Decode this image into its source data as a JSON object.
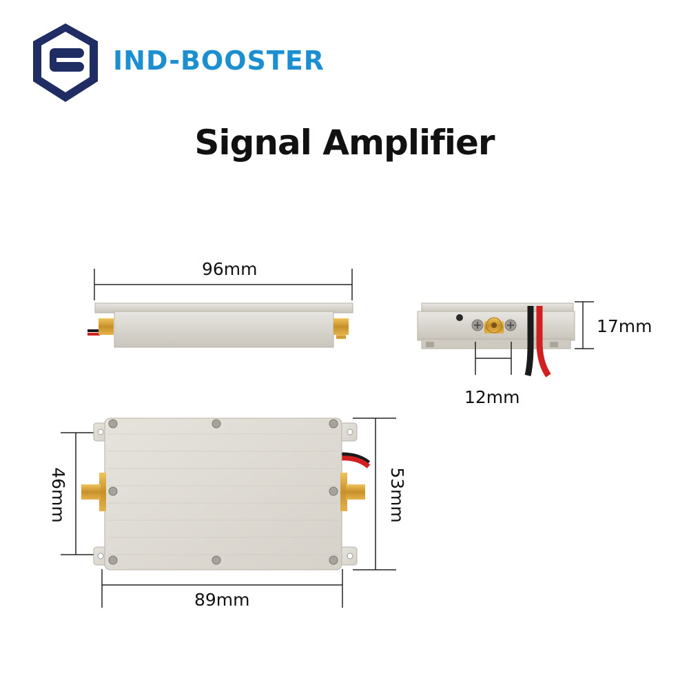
{
  "brand": {
    "name": "IND-BOOSTER",
    "logo_color": "#1f2d64",
    "name_color": "#1c8fd1"
  },
  "title": "Signal Amplifier",
  "dimensions": {
    "top_length": "96mm",
    "side_height": "17mm",
    "connector_spacing": "12mm",
    "mount_width": "46mm",
    "body_width": "53mm",
    "body_length": "89mm"
  },
  "colors": {
    "housing": "#d9d6cf",
    "connector": "#d4a23a",
    "wire_red": "#d21f1f",
    "wire_black": "#1a1a1a"
  }
}
